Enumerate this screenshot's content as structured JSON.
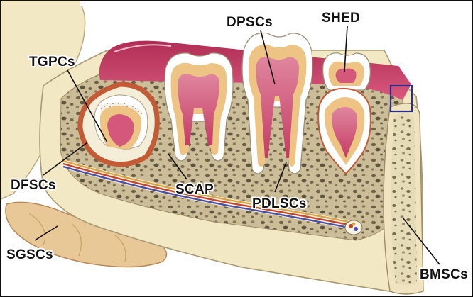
{
  "labels": {
    "tgpcs": "TGPCs",
    "dpscs": "DPSCs",
    "shed": "SHED",
    "dfscs": "DFSCs",
    "scap": "SCAP",
    "pdlscs": "PDLSCs",
    "sgscs": "SGSCs",
    "bmscs": "BMSCs"
  },
  "colors": {
    "bone_cortex": "#f3e8c4",
    "cancellous_bone": "#c8b994",
    "bone_speckle": "#6e6148",
    "gingiva": "#c4385f",
    "enamel": "#ffffff",
    "dentin": "#edc484",
    "pulp": "#d4587a",
    "follicle_ring": "#c25b36",
    "salivary_gland": "#e8c896",
    "highlight_box": "#2a2f8c"
  }
}
